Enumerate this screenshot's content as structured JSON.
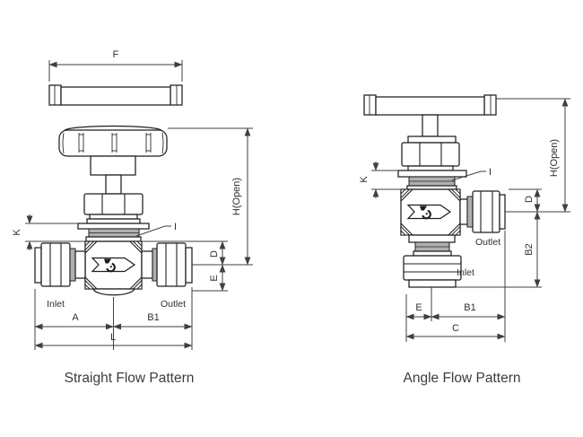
{
  "drawing": {
    "kind": "needle-valve dimensional drawing",
    "colors": {
      "outline": "#1f1f1f",
      "dimension_lines": "#3f3f3f",
      "packing_gray": "#b0b0b0",
      "label_text": "#2e2e2e",
      "title_text": "#3c3c3c",
      "background": "#ffffff"
    }
  },
  "left": {
    "title": "Straight Flow Pattern",
    "labels": {
      "f": "F",
      "h_open": "H(Open)",
      "k": "K",
      "i": "I",
      "d": "D",
      "e": "E",
      "a": "A",
      "b1": "B1",
      "l": "L",
      "inlet": "Inlet",
      "outlet": "Outlet"
    }
  },
  "right": {
    "title": "Angle Flow Pattern",
    "labels": {
      "k": "K",
      "i": "I",
      "h_open": "H(Open)",
      "d": "D",
      "b2": "B2",
      "e": "E",
      "b1": "B1",
      "c": "C",
      "inlet": "Inlet",
      "outlet": "Outlet"
    }
  }
}
